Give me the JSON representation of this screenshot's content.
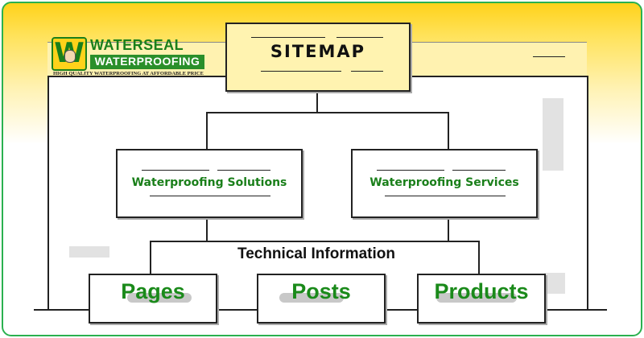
{
  "logo": {
    "mark": "W",
    "line1": "WATERSEAL",
    "line2": "WATERPROOFING",
    "tagline": "HIGH QUALITY WATERPROOFING AT AFFORDABLE PRICE"
  },
  "diagram": {
    "root": "SITEMAP",
    "branches": [
      {
        "label": "Waterproofing Solutions"
      },
      {
        "label": "Waterproofing Services"
      }
    ],
    "connector_label": "Technical Information",
    "leaves": [
      {
        "label": "Pages"
      },
      {
        "label": "Posts"
      },
      {
        "label": "Products"
      }
    ]
  },
  "colors": {
    "accent_yellow": "#ffd21a",
    "brand_green": "#1a8a1a",
    "frame_green": "#2bb14f",
    "line": "#222222"
  }
}
